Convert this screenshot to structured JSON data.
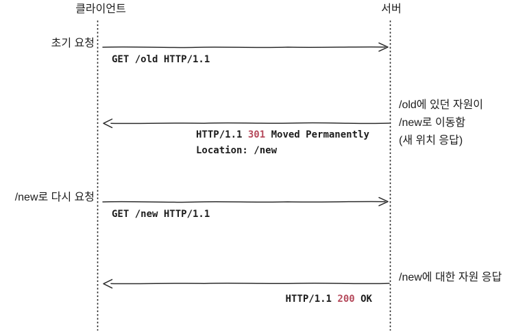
{
  "diagram": {
    "actors": {
      "client": "클라이언트",
      "server": "서버"
    },
    "messages": [
      {
        "kind": "request",
        "direction": "client-to-server",
        "side_label": "초기 요청",
        "text": "GET /old HTTP/1.1"
      },
      {
        "kind": "response",
        "direction": "server-to-client",
        "prefix": "HTTP/1.1 ",
        "status": "301",
        "suffix": " Moved Permanently",
        "line2": "Location: /new",
        "note": [
          "/old에 있던 자원이",
          "/new로 이동함",
          "(새 위치 응답)"
        ]
      },
      {
        "kind": "request",
        "direction": "client-to-server",
        "side_label": "/new로 다시 요청",
        "text": "GET /new HTTP/1.1"
      },
      {
        "kind": "response",
        "direction": "server-to-client",
        "prefix": "HTTP/1.1 ",
        "status": "200",
        "suffix": " OK",
        "note": [
          "/new에 대한 자원 응답"
        ]
      }
    ],
    "colors": {
      "status_code": "#b5495b",
      "ink": "#1c1c1c",
      "line": "#2b2b2b"
    }
  }
}
